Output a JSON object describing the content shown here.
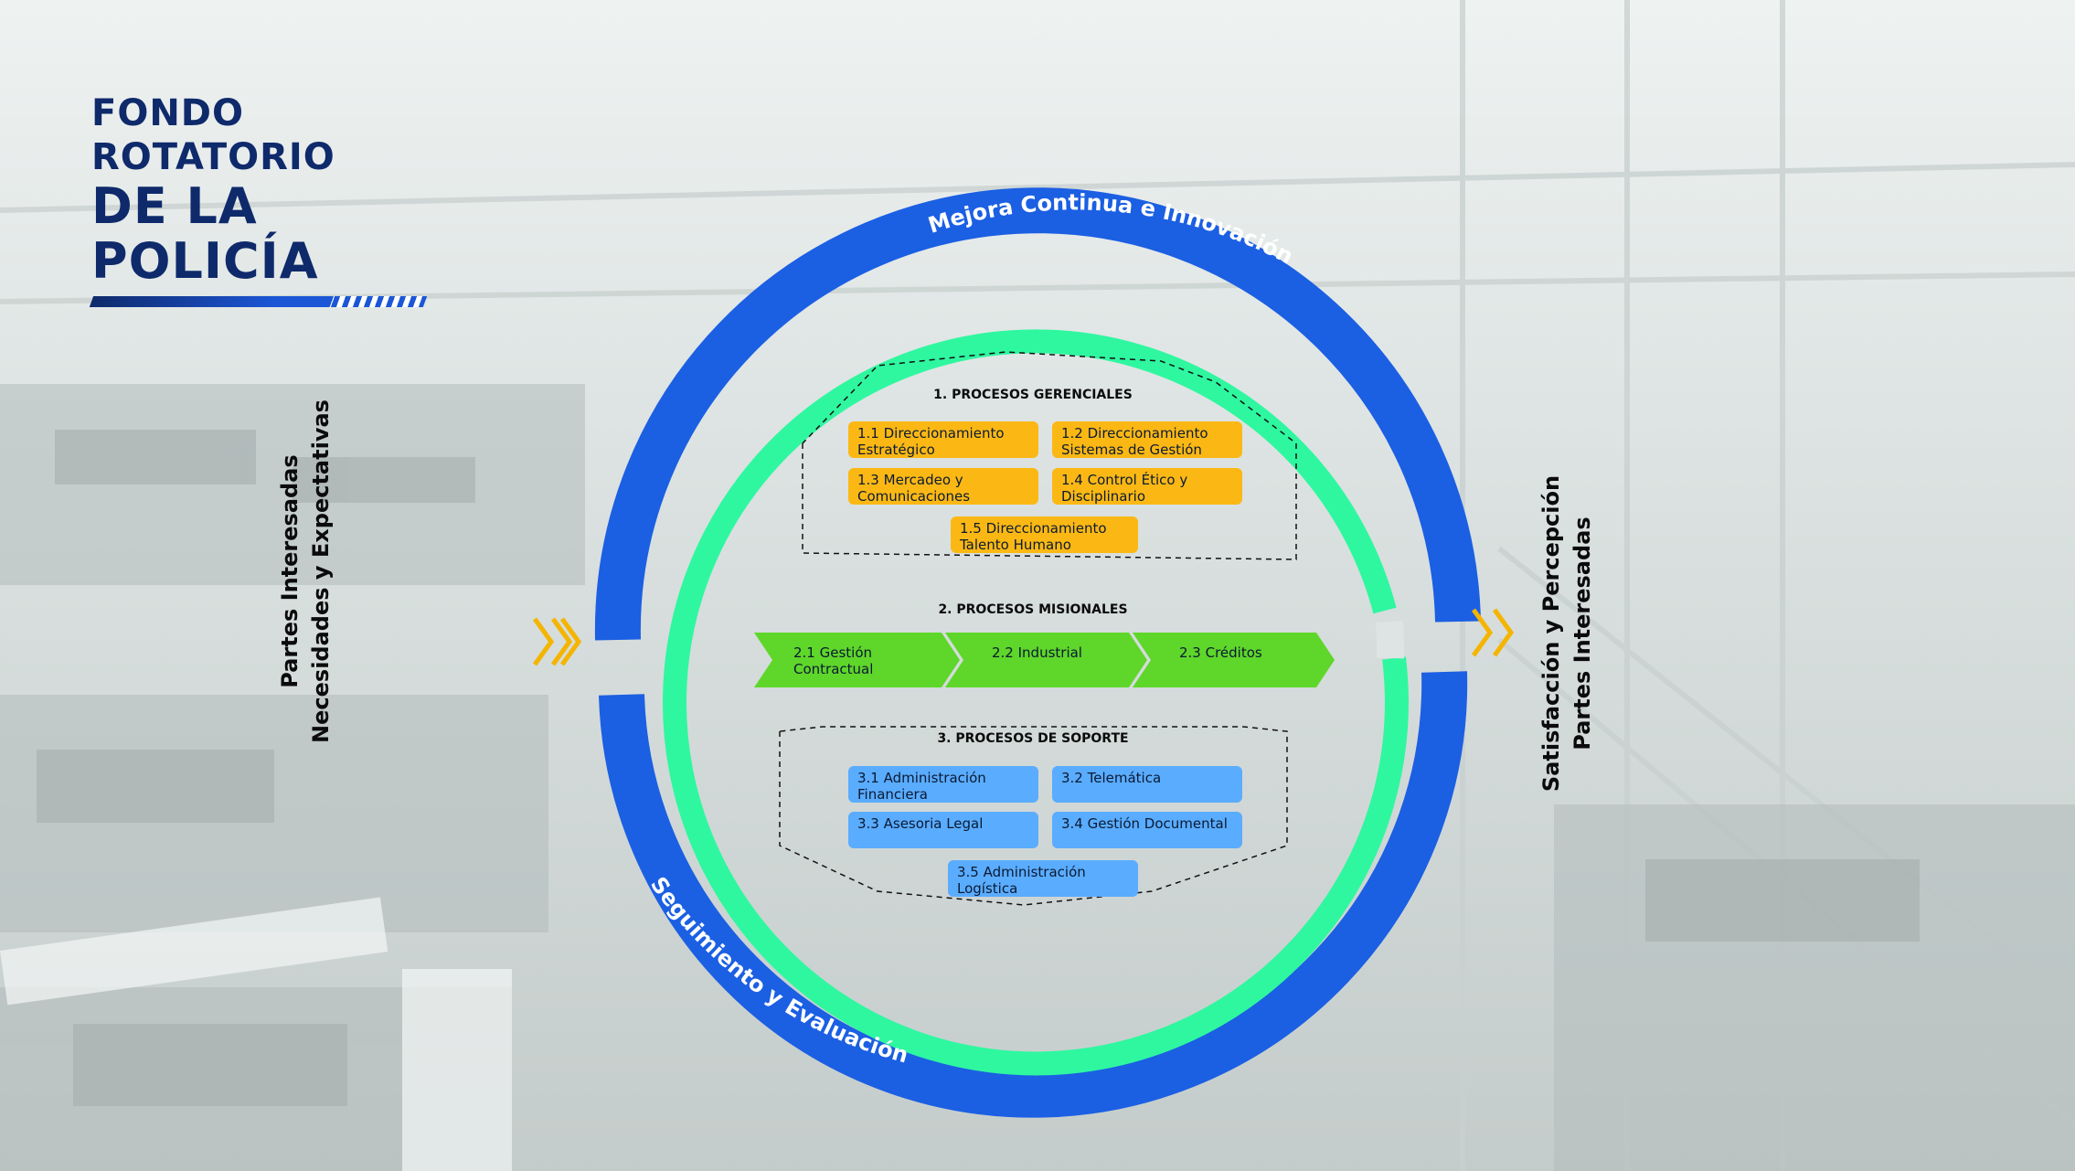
{
  "logo": {
    "line1": "FONDO ROTATORIO",
    "line2": "DE LA POLICÍA"
  },
  "outer_ring": {
    "top_label": "Mejora Continua e Innovación",
    "bottom_label": "Seguimiento y Evaluación"
  },
  "inputs": {
    "line1": "Partes Interesadas",
    "line2": "Necesidades y Expectativas"
  },
  "outputs": {
    "line1": "Satisfacción y Percepción",
    "line2": "Partes Interesadas"
  },
  "gerenciales": {
    "title": "1. PROCESOS GERENCIALES",
    "items": [
      "1.1 Direccionamiento Estratégico",
      "1.2 Direccionamiento Sistemas de Gestión",
      "1.3 Mercadeo y Comunicaciones",
      "1.4 Control Ético y Disciplinario",
      "1.5 Direccionamiento Talento Humano"
    ]
  },
  "misionales": {
    "title": "2. PROCESOS MISIONALES",
    "items": [
      "2.1 Gestión Contractual",
      "2.2 Industrial",
      "2.3 Créditos"
    ]
  },
  "soporte": {
    "title": "3. PROCESOS DE SOPORTE",
    "items": [
      "3.1 Administración Financiera",
      "3.2 Telemática",
      "3.3 Asesoria Legal",
      "3.4 Gestión Documental",
      "3.5 Administración Logística"
    ]
  },
  "colors": {
    "outer_ring": "#1b5fe3",
    "inner_ring": "#2ff7a0",
    "gerenciales": "#fbb814",
    "misionales": "#5fd62a",
    "soporte": "#5aacff",
    "arrows": "#f4b400"
  }
}
